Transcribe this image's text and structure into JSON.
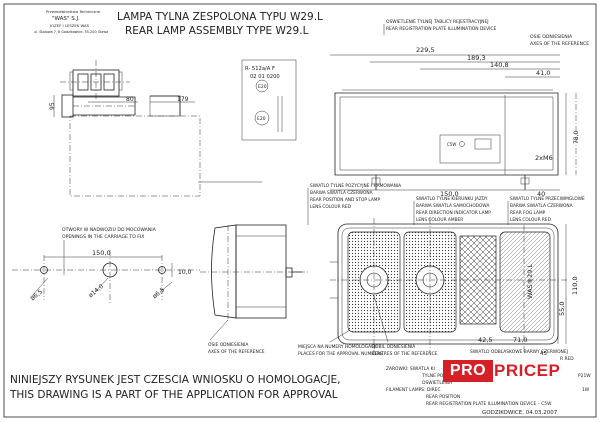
{
  "title_block": {
    "company_line1": "Przedsiebiorstwo Techniczne",
    "company_line2": "\"WAS\" S.J.",
    "company_line3": "JOZEF I LESZEK WAS",
    "company_line4": "ul. Stolowa 7, 8 Godzikowice, 55-200 Olawa"
  },
  "titles": {
    "pl": "LAMPA TYLNA ZESPOLONA TYPU W29.L",
    "en": "REAR LAMP ASSEMBLY TYPE W29.L"
  },
  "homologation": {
    "code_line1": "R- 512a/A  F",
    "code_line2": "02  01 0200",
    "e_mark": "E20"
  },
  "callouts": {
    "plate_light_pl": "OSWIETLENIE TYLNEJ TABLICY REJESTRACYJNEJ",
    "plate_light_en": "REAR REGISTRATION PLATE ILLUMINATION DEVICE",
    "ref_axis_pl": "OSIE ODNIESIENIA",
    "ref_axis_en": "AXES OF THE REFERENCE",
    "openings_pl": "OTWORY W NADWOZIU DO MOCOWANIA",
    "openings_en": "OPENINGS IN THE CARRIAGE TO FIX",
    "position_stop_pl1": "SWIATLO TYLNE POZYCYJNE I HAMOWANIA",
    "position_stop_pl2": "BARWA SWIATLA CZERWONA",
    "position_stop_en1": "REAR POSITION AND STOP LAMP",
    "position_stop_en2": "LENS COLOUR RED",
    "direction_pl1": "SWIATLO TYLNE KIERUNKU JAZDY",
    "direction_pl2": "BARWA SWIATLA SAMOCHODOWA",
    "direction_en1": "REAR DIRECTION INDICATOR LAMP",
    "direction_en2": "LENS COLOUR AMBER",
    "fog_pl1": "SWIATLO TYLNE PRZECIWMGLOWE",
    "fog_pl2": "BARWA SWIATLA CZERWONA",
    "fog_en1": "REAR FOG LAMP",
    "fog_en2": "LENS COLOUR RED",
    "ref_axis2_pl": "OSIE ODNIESIENIA",
    "ref_axis2_en": "AXES OF THE REFERENCE",
    "approval_place_pl": "MIEJSCA NA NUMERY HOMOLOGACJI",
    "approval_place_en": "PLACES FOR THE APPROVAL NUMBERS",
    "ref_centres_pl": "ROBIL ODNIESIENIA",
    "ref_centres_en": "CENTRES OF THE REFERENCE",
    "reflector_pl": "SWIATLO ODBLASKOWE BARWY CZERWONEJ",
    "reflector_en": "R RED"
  },
  "dimensions": {
    "d229": "229,5",
    "d189": "189,3",
    "d140": "140,8",
    "d41": "41,0",
    "d78": "78,0",
    "d2xM6": "2xM6",
    "d150": "150,0",
    "d40": "40",
    "d95": "95",
    "d80": "80",
    "d179": "179",
    "d150b": "150,0",
    "d10": "10,0",
    "d6a": "ø6,5",
    "d14": "ø14,0",
    "d6b": "ø6,5",
    "d110": "110,0",
    "d55": "55,0",
    "d71": "71,0",
    "d425": "42,5",
    "d45": "45",
    "was_mark": "WAS®29.L"
  },
  "legend": {
    "line1_pl": "ZAROWKI: SWIATLA KI",
    "line2_pl": "TYLNE POZYC",
    "line3_pl": "OSWIETLENIA",
    "line1_en": "FILAMENT LAMPS: DIREC",
    "line2_en": "REAR POSITION",
    "line3_en": "REAR REGISTRATION PLATE ILLUMINATION DEVICE – C5W",
    "p21w": "P21W",
    "w5w": "1W"
  },
  "statement": {
    "pl": "NINIEJSZY RYSUNEK JEST CZESCIA WNIOSKU O HOMOLOGACJE,",
    "en": "THIS DRAWING IS A PART OF THE APPLICATION FOR APPROVAL"
  },
  "footer": {
    "place_date": "GODZIKOWICE, 04.03.2007"
  },
  "watermark": {
    "pro": "PRO",
    "pricep": "PRICEP"
  },
  "colors": {
    "ink": "#222222",
    "watermark_red": "#d61f26"
  }
}
